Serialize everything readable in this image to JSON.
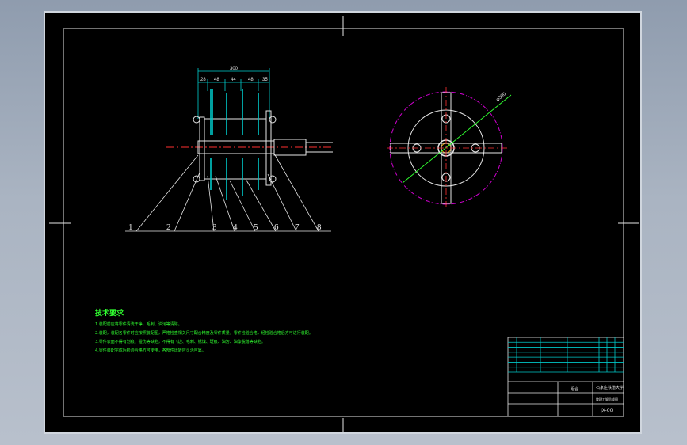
{
  "drawing": {
    "dimensions": {
      "overall": "300",
      "segments": [
        "28",
        "48",
        "44",
        "48",
        "35"
      ],
      "diameter": "φ300"
    },
    "balloons": [
      "1",
      "2",
      "3",
      "4",
      "5",
      "6",
      "7",
      "8"
    ],
    "tech_requirements": {
      "title": "技术要求",
      "lines": [
        "1.装配前应将零件清洗干净，毛刺、油污等清除。",
        "2.装配，装配各零件时应按照装配图，严格检查相关尺寸配合精度及零件质量，零件检验合格，经检验合格后方可进行装配。",
        "3.零件表面不得有划痕、碰伤等缺陷，不得有飞边、毛刺、锈蚀、斑痕、油污、油漆脱落等缺陷。",
        "4.零件装配完成后检验合格方可使用，各部件运转应灵活可靠。"
      ]
    },
    "title_block": {
      "school": "石家庄铁道大学",
      "drawing_name": "旋耕刀辊总成图",
      "drawing_no": "JX-00",
      "material": "组合",
      "bom_rows": 7
    }
  }
}
